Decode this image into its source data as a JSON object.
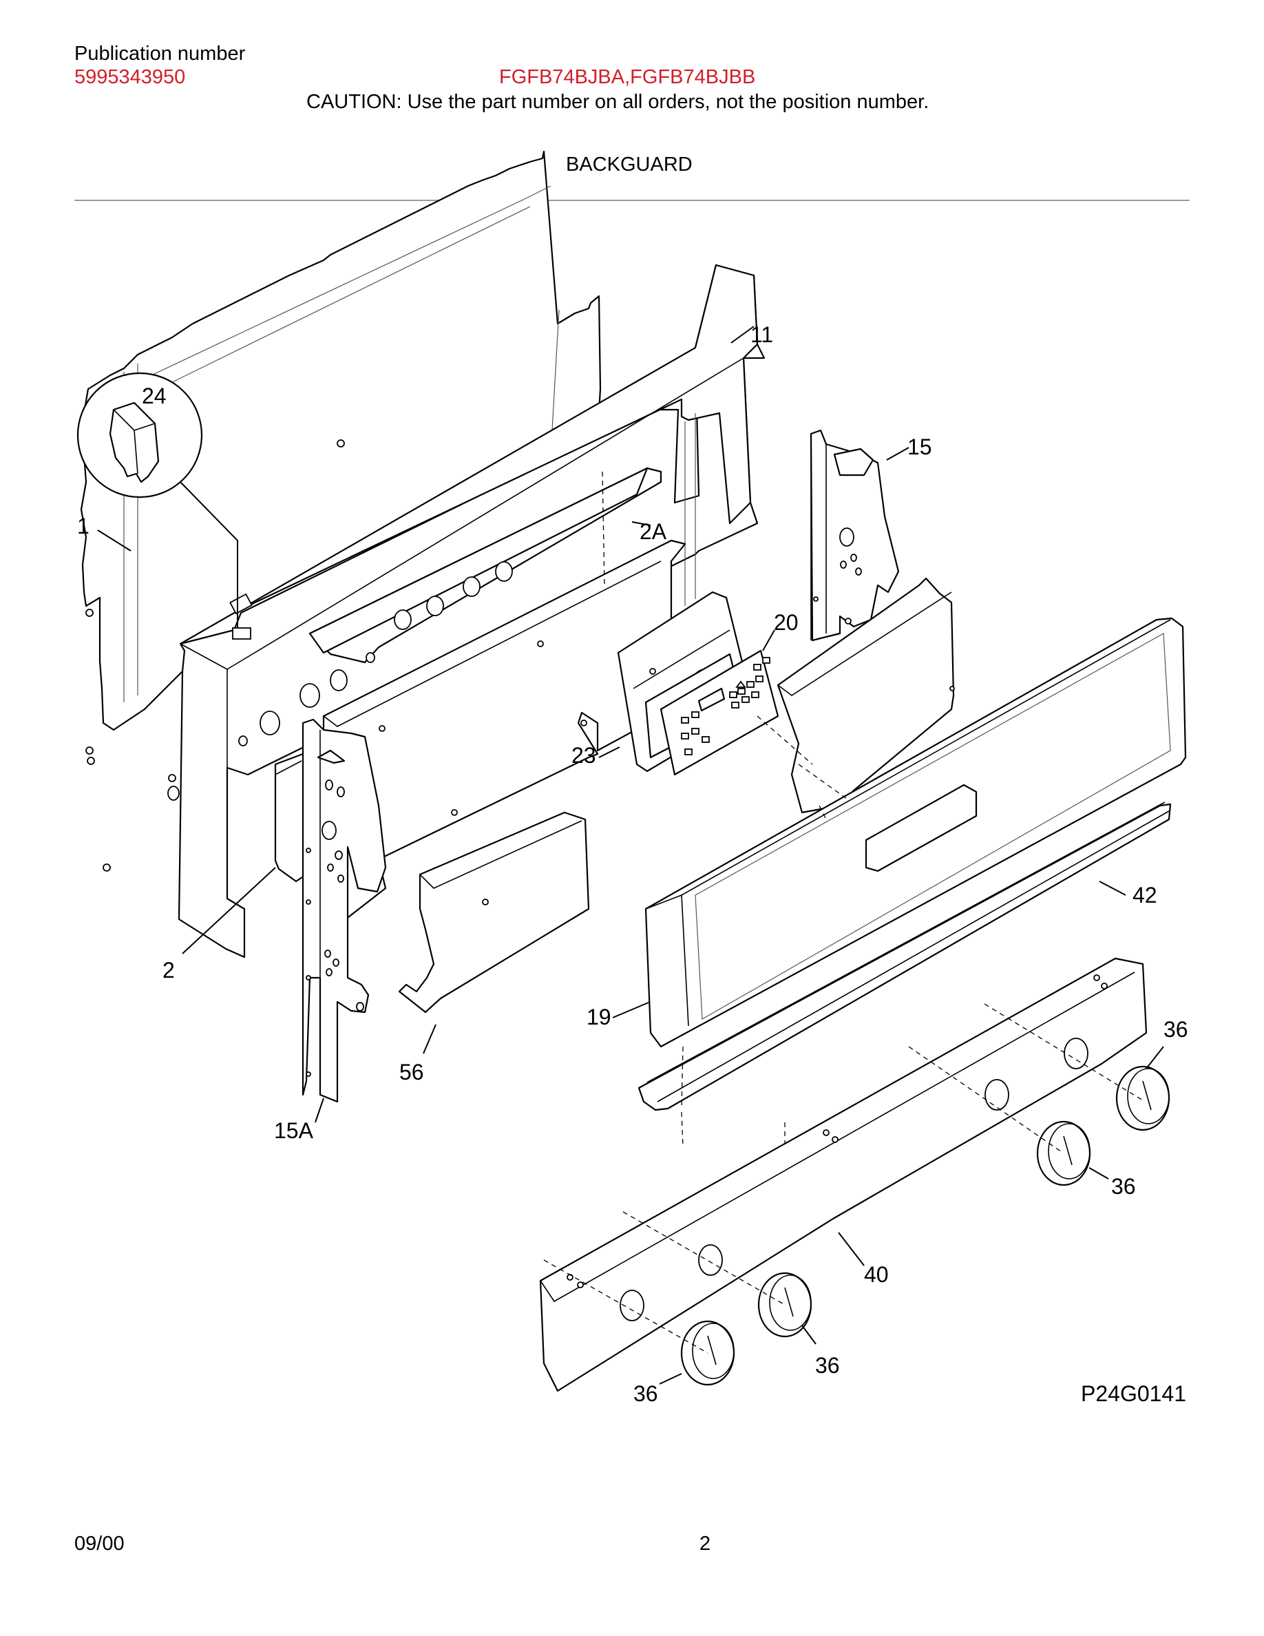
{
  "header": {
    "publication_label": "Publication number",
    "publication_number": "5995343950",
    "models": "FGFB74BJBA,FGFB74BJBB",
    "caution": "CAUTION:  Use the part number on all orders, not the position number.",
    "section_title": "BACKGUARD"
  },
  "diagram": {
    "drawing_id": "P24G0141",
    "callouts": {
      "c1": "1",
      "c2": "2",
      "c2A": "2A",
      "c11": "11",
      "c15": "15",
      "c15A": "15A",
      "c19": "19",
      "c20": "20",
      "c23": "23",
      "c24": "24",
      "c40": "40",
      "c42": "42",
      "c56": "56",
      "c36a": "36",
      "c36b": "36",
      "c36c": "36",
      "c36d": "36"
    }
  },
  "footer": {
    "date": "09/00",
    "page_number": "2"
  },
  "colors": {
    "accent_red": "#d0202a",
    "rule_gray": "#9a9a9a"
  }
}
